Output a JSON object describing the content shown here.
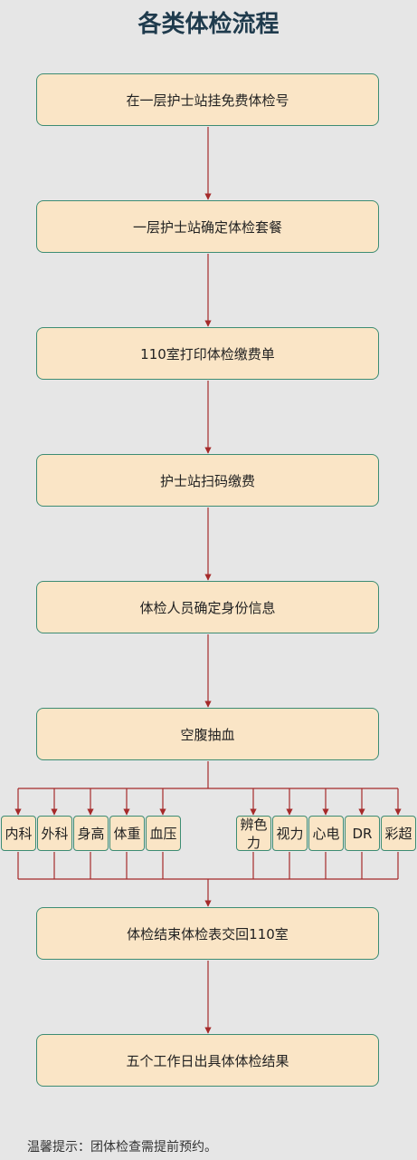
{
  "title": "各类体检流程",
  "steps": [
    "在一层护士站挂免费体检号",
    "一层护士站确定体检套餐",
    "110室打印体检缴费单",
    "护士站扫码缴费",
    "体检人员确定身份信息",
    "空腹抽血",
    "体检结束体检表交回110室",
    "五个工作日出具体体检结果"
  ],
  "items": [
    "内科",
    "外科",
    "身高",
    "体重",
    "血压",
    "辨色力",
    "视力",
    "心电",
    "DR",
    "彩超"
  ],
  "footer": "温馨提示：团体检查需提前预约。",
  "colors": {
    "line": "#a52a2a",
    "box_fill": "#fae5c6",
    "box_border": "#3d8c73",
    "background": "#e6e6e6"
  }
}
